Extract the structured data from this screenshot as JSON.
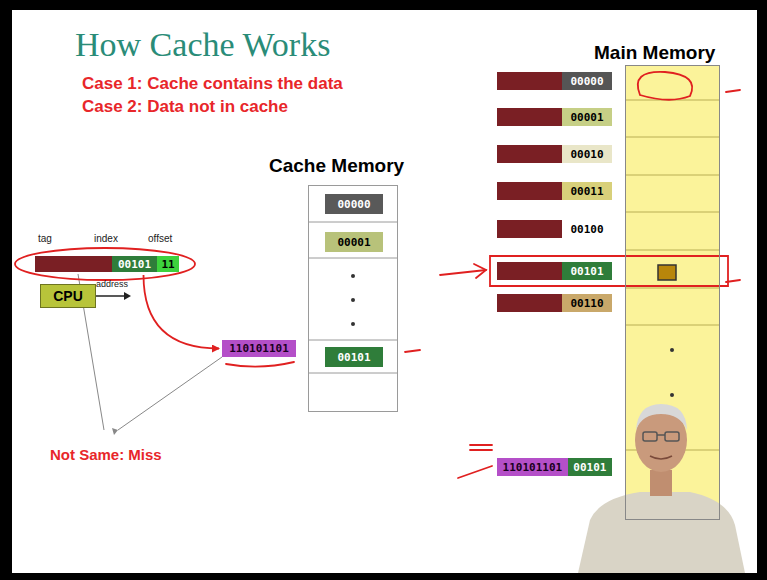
{
  "diagram": {
    "title": "How Cache Works",
    "nodes": [
      {
        "text": [
          "00101"
        ]
      },
      {
        "text": [
          "11"
        ]
      },
      {
        "text": [
          "CPU"
        ]
      },
      {
        "text": [
          "Cache Memory"
        ]
      },
      {
        "text": [
          "00000"
        ],
        "in": 3
      },
      {
        "text": [
          "00001"
        ],
        "in": 3
      },
      {
        "text": [
          "00101"
        ],
        "in": 3
      },
      {
        "text": [
          "110101101"
        ]
      },
      {
        "text": [
          "Main Memory"
        ]
      },
      {
        "text": [
          "00000"
        ]
      },
      {
        "text": [
          "00001"
        ]
      },
      {
        "text": [
          "00010"
        ]
      },
      {
        "text": [
          "00011"
        ]
      },
      {
        "text": [
          "00100"
        ]
      },
      {
        "text": [
          "00101"
        ]
      },
      {
        "text": [
          "00110"
        ]
      },
      {
        "text": [
          "110101101",
          "00101"
        ]
      }
    ],
    "edges": [
      {
        "from": 0,
        "to": 7,
        "arrow": "to"
      }
    ],
    "labels": [
      "Case 1: Cache contains the data",
      "Case 2: Data not in cache",
      "tag",
      "index",
      "offset",
      "address",
      "Not Same: Miss"
    ]
  }
}
